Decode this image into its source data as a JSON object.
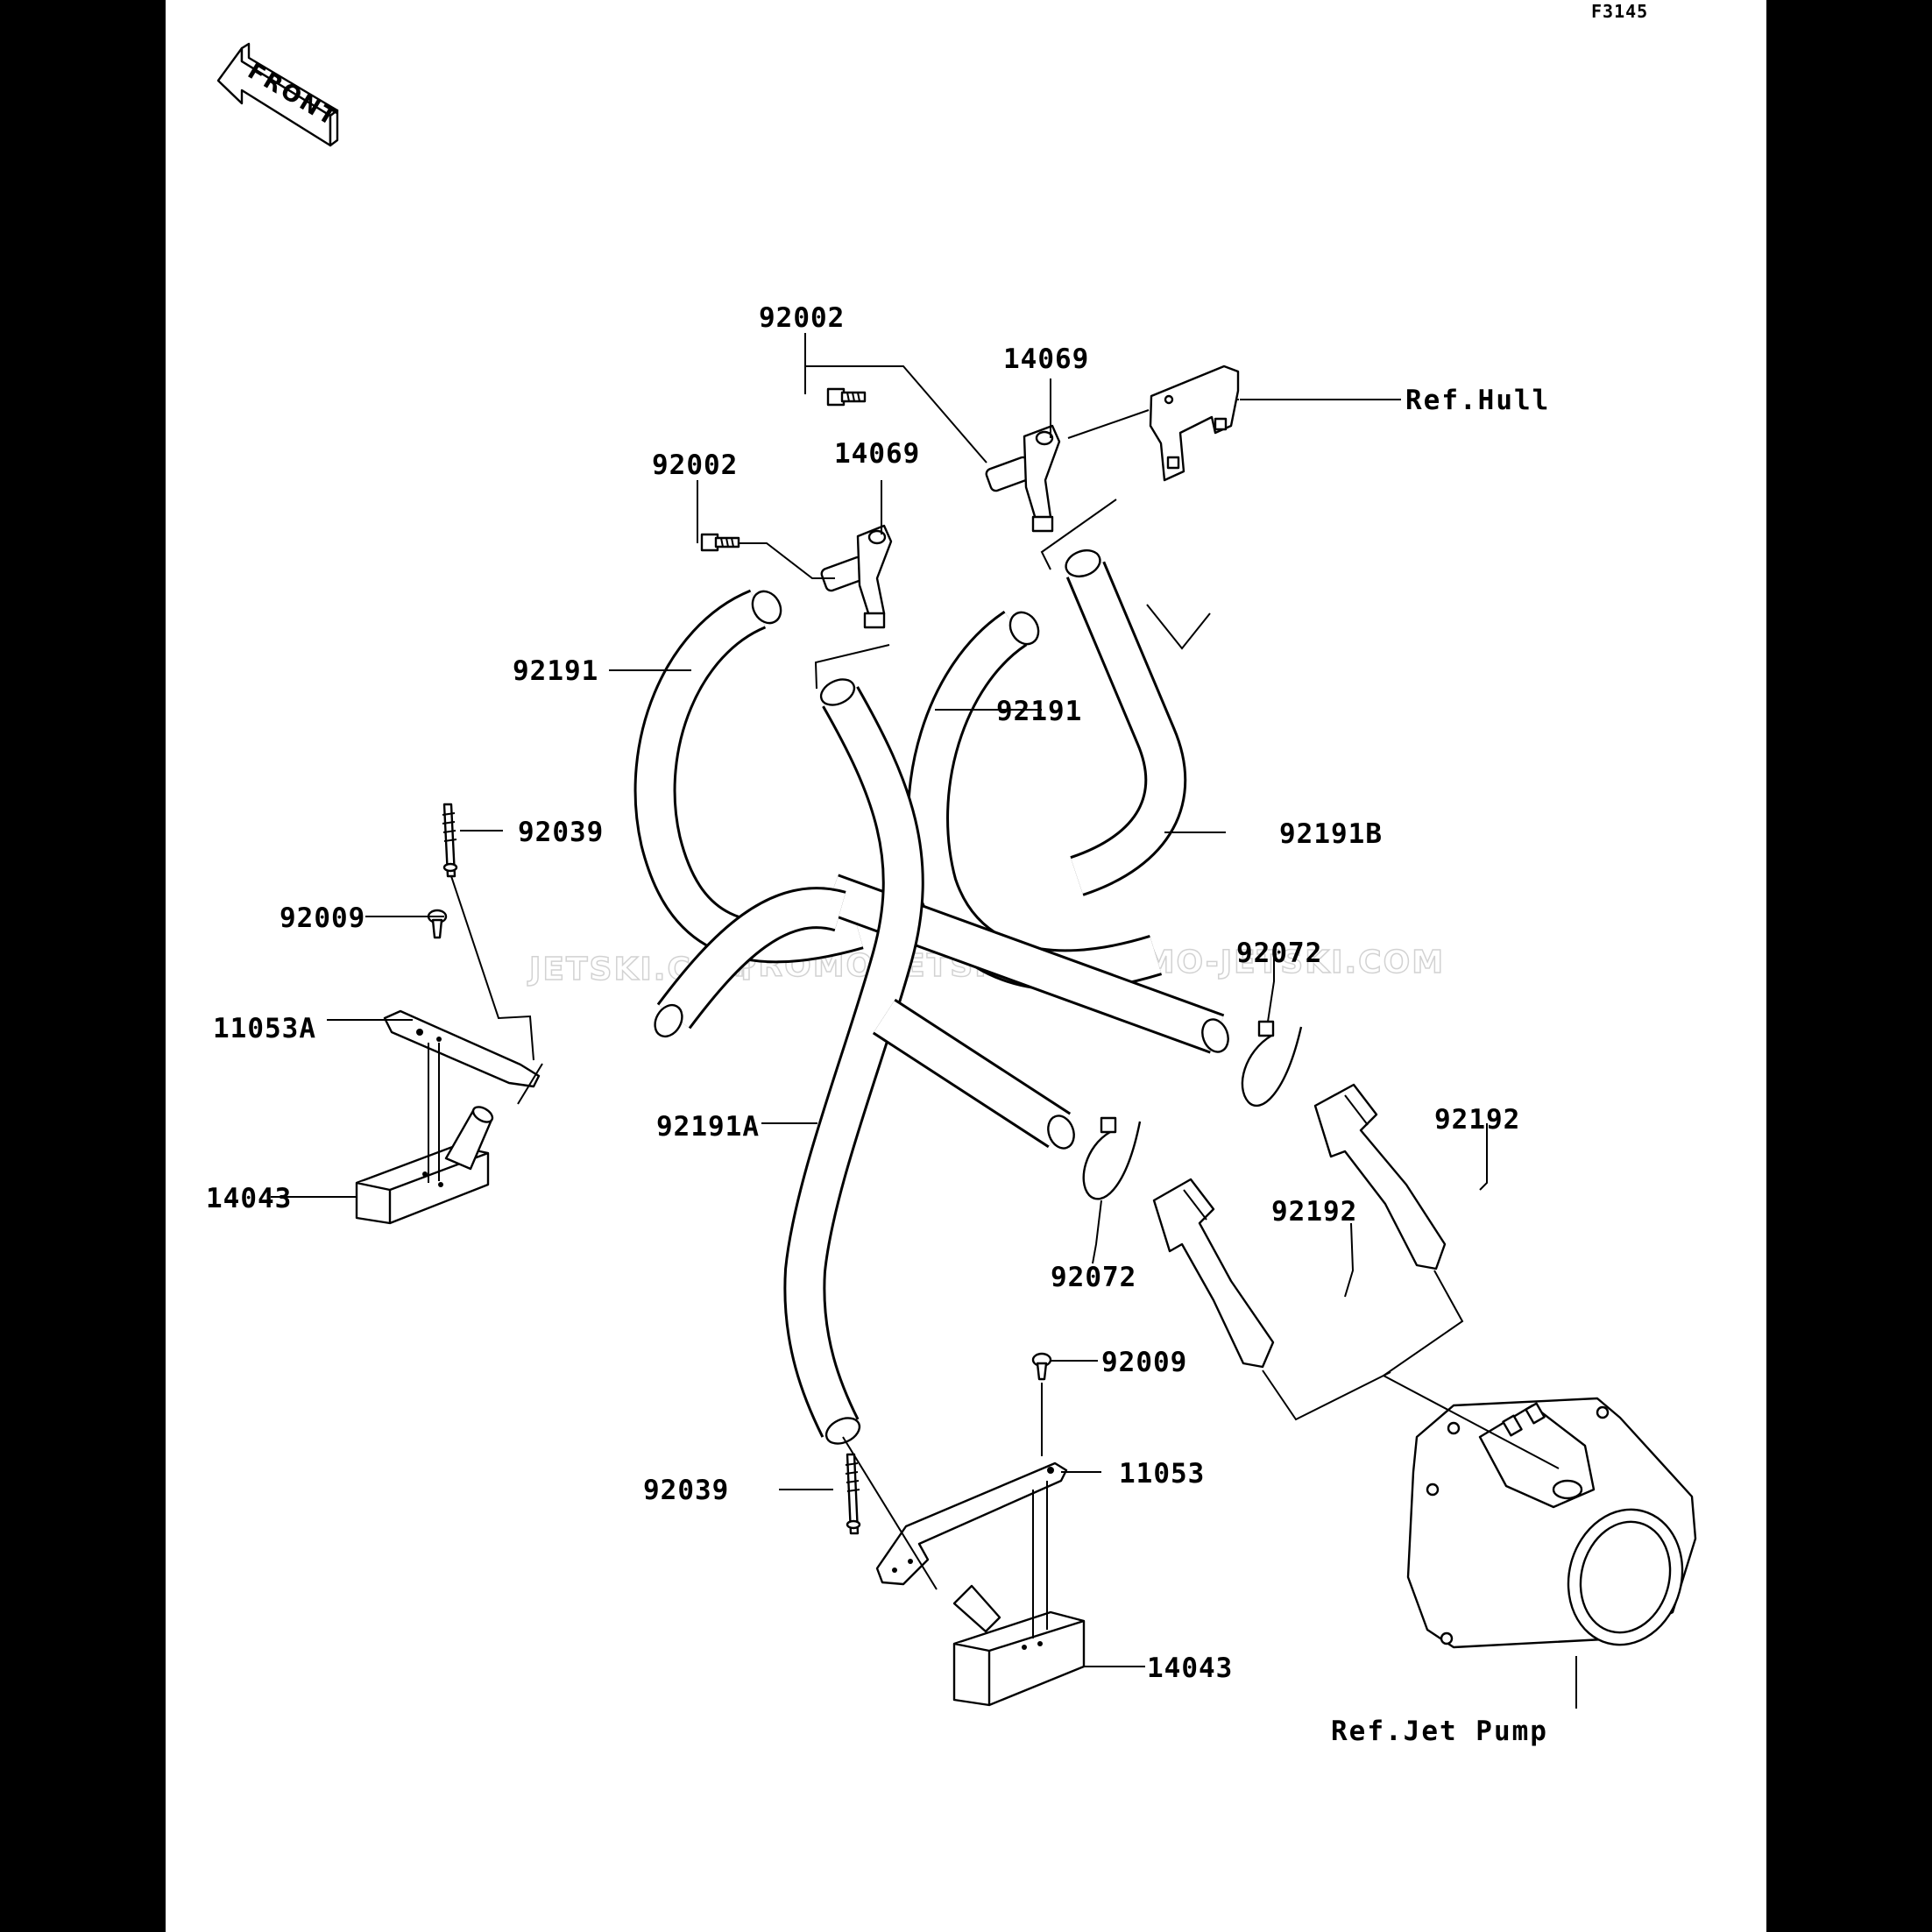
{
  "figure_code": "F3145",
  "front_badge": "FRONT",
  "watermarks": [
    "JETSKI.COM",
    "PROMO-JETSKI.COM",
    "PROMO-JETSKI.COM"
  ],
  "callouts": {
    "c92002_upper": "92002",
    "c14069_upper": "14069",
    "ref_hull": "Ref.Hull",
    "c92002_lower": "92002",
    "c14069_lower": "14069",
    "c92191_left": "92191",
    "c92191_mid": "92191",
    "c92191B": "92191B",
    "c92039_upper": "92039",
    "c92009_upper": "92009",
    "c11053A": "11053A",
    "c14043_left": "14043",
    "c92072_upper": "92072",
    "c92191A": "92191A",
    "c92192_right": "92192",
    "c92192_left": "92192",
    "c92072_lower": "92072",
    "c92009_lower": "92009",
    "c11053": "11053",
    "c92039_lower": "92039",
    "c14043_right": "14043",
    "ref_jet_pump": "Ref.Jet Pump"
  },
  "colors": {
    "background": "#000000",
    "sheet": "#ffffff",
    "ink": "#000000",
    "watermark": "#d2d2d2"
  },
  "icons": [
    "front-arrow-icon",
    "hose",
    "hose-fitting",
    "bolt",
    "screw",
    "rivet",
    "clamp",
    "bracket",
    "strainer",
    "jet-pump"
  ]
}
